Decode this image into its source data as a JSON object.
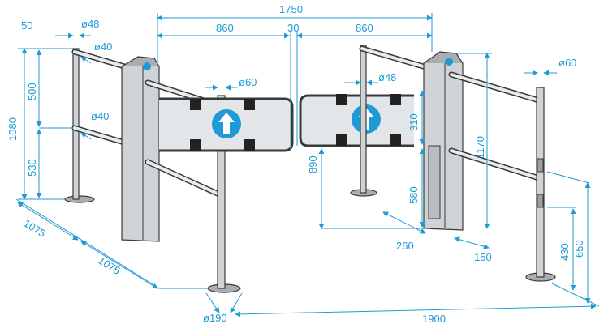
{
  "dimensions": {
    "d1750": "1750",
    "d860_left": "860",
    "d30": "30",
    "d860_right": "860",
    "d50": "50",
    "d48_left": "ø48",
    "d40_top": "ø40",
    "d40_mid": "ø40",
    "d500": "500",
    "d530": "530",
    "d1080": "1080",
    "d60_gate": "ø60",
    "d48_right": "ø48",
    "d310": "310",
    "d60_right": "ø60",
    "d1170": "1170",
    "d890": "890",
    "d580": "580",
    "d260": "260",
    "d150": "150",
    "d430": "430",
    "d650": "650",
    "d1075_top": "1075",
    "d1075_bottom": "1075",
    "d190": "ø190",
    "d1900": "1900"
  },
  "colors": {
    "dimension": "#1e9ad6",
    "arrow_sign": "#1e9ad6",
    "metal": "#cfd3d6",
    "outline": "#3a3a3a"
  }
}
